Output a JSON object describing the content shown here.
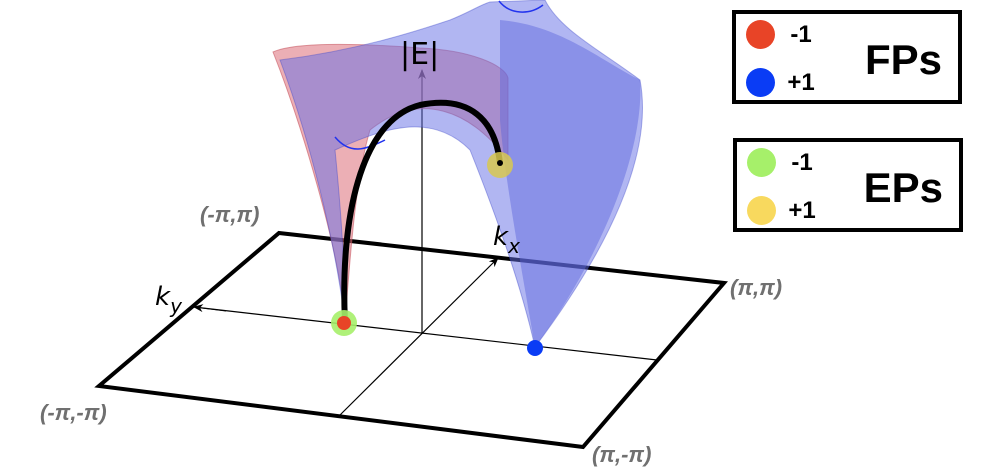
{
  "axes": {
    "energy": "|E|",
    "kx": "k",
    "kx_sub": "x",
    "ky": "k",
    "ky_sub": "y"
  },
  "corners": {
    "top_left": "(-π,π)",
    "top_right": "(π,π)",
    "bottom_left": "(-π,-π)",
    "bottom_right": "(π,-π)"
  },
  "legends": [
    {
      "title": "FPs",
      "items": [
        {
          "label": "-1",
          "color": "#e84427"
        },
        {
          "label": "+1",
          "color": "#0a3cf5"
        }
      ]
    },
    {
      "title": "EPs",
      "items": [
        {
          "label": "-1",
          "color": "#a6f06a"
        },
        {
          "label": "+1",
          "color": "#f8d95e"
        }
      ]
    }
  ]
}
